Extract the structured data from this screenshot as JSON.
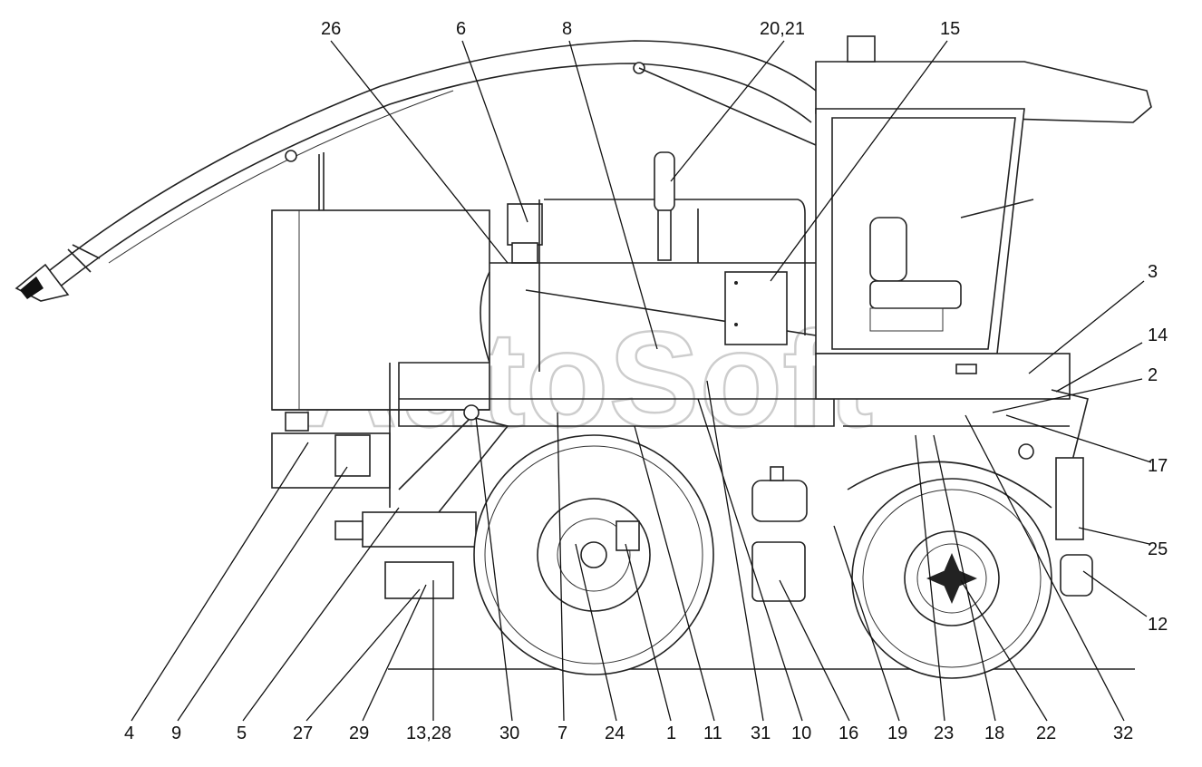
{
  "watermark": "AutoSoft",
  "callouts": {
    "c26": "26",
    "c6": "6",
    "c8": "8",
    "c2021": "20,21",
    "c15": "15",
    "c3": "3",
    "c14": "14",
    "c2": "2",
    "c17": "17",
    "c25": "25",
    "c12": "12",
    "c4": "4",
    "c9": "9",
    "c5": "5",
    "c27": "27",
    "c29": "29",
    "c1328": "13,28",
    "c30": "30",
    "c7": "7",
    "c24": "24",
    "c1": "1",
    "c11": "11",
    "c31": "31",
    "c10": "10",
    "c16": "16",
    "c19": "19",
    "c23": "23",
    "c18": "18",
    "c22": "22",
    "c32": "32"
  }
}
